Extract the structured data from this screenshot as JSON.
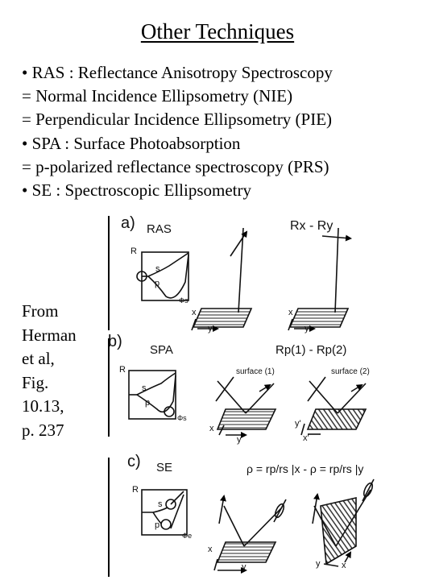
{
  "title": "Other Techniques",
  "bullets": [
    "• RAS : Reflectance Anisotropy Spectroscopy",
    "= Normal Incidence Ellipsometry (NIE)",
    "= Perpendicular Incidence Ellipsometry (PIE)",
    "• SPA : Surface Photoabsorption",
    "= p-polarized reflectance spectroscopy (PRS)",
    "• SE : Spectroscopic Ellipsometry"
  ],
  "citation": [
    "From",
    "Herman",
    "et al,",
    "Fig.",
    "10.13,",
    "p. 237"
  ],
  "figure": {
    "a": {
      "panel": "a)",
      "name": "RAS",
      "formula": "Rx - Ry",
      "R": "R",
      "s": "s",
      "p": "p",
      "phi": "Φs",
      "x1": "x",
      "y1": "y",
      "x2": "x",
      "y2": "y"
    },
    "b": {
      "panel": "b)",
      "name": "SPA",
      "formula": "Rp(1) - Rp(2)",
      "surface1": "surface (1)",
      "surface2": "surface (2)",
      "R": "R",
      "s": "s",
      "p": "p",
      "phi": "Φs",
      "x1": "x",
      "y1": "y",
      "x2": "x'",
      "y2": "y'"
    },
    "c": {
      "panel": "c)",
      "name": "SE",
      "formula": "ρ = rp/rs |x - ρ = rp/rs |y",
      "R": "R",
      "s": "s",
      "p": "p",
      "phi": "Φe",
      "x1": "x",
      "y1": "y",
      "x2": "x",
      "y2": "y"
    }
  }
}
